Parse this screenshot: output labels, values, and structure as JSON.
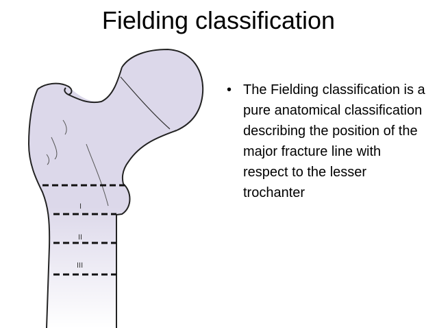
{
  "slide": {
    "title": "Fielding classification",
    "bullets": [
      {
        "marker": "•",
        "text": "The Fielding classification is a pure anatomical classification describing the position of the major fracture line with respect to the lesser trochanter"
      }
    ]
  },
  "figure": {
    "zone_labels": [
      "I",
      "II",
      "III"
    ],
    "colors": {
      "bone_fill": "#dcd8ea",
      "outline": "#222222"
    }
  }
}
